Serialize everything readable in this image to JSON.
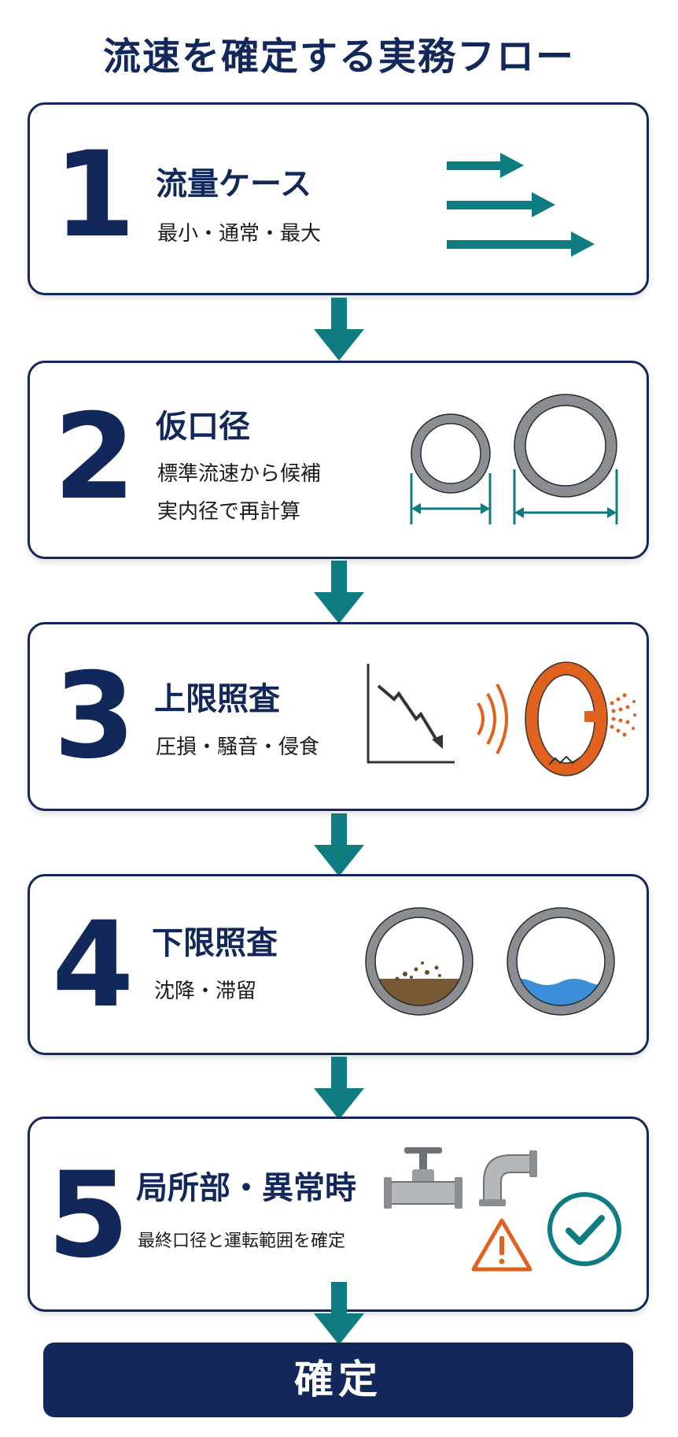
{
  "title": "流速を確定する実務フロー",
  "steps": [
    {
      "num": "1",
      "title": "流量ケース",
      "lines": [
        "最小・通常・最大"
      ]
    },
    {
      "num": "2",
      "title": "仮口径",
      "lines": [
        "標準流速から候補",
        "実内径で再計算"
      ]
    },
    {
      "num": "3",
      "title": "上限照査",
      "lines": [
        "圧損・騒音・侵食"
      ]
    },
    {
      "num": "4",
      "title": "下限照査",
      "lines": [
        "沈降・滞留"
      ]
    },
    {
      "num": "5",
      "title": "局所部・異常時",
      "lines": [
        "最終口径と運転範囲を確定"
      ]
    }
  ],
  "final_label": "確定",
  "colors": {
    "navy": "#13285a",
    "teal": "#0f7c82",
    "orange": "#e0621e",
    "gray": "#8a8d91"
  }
}
